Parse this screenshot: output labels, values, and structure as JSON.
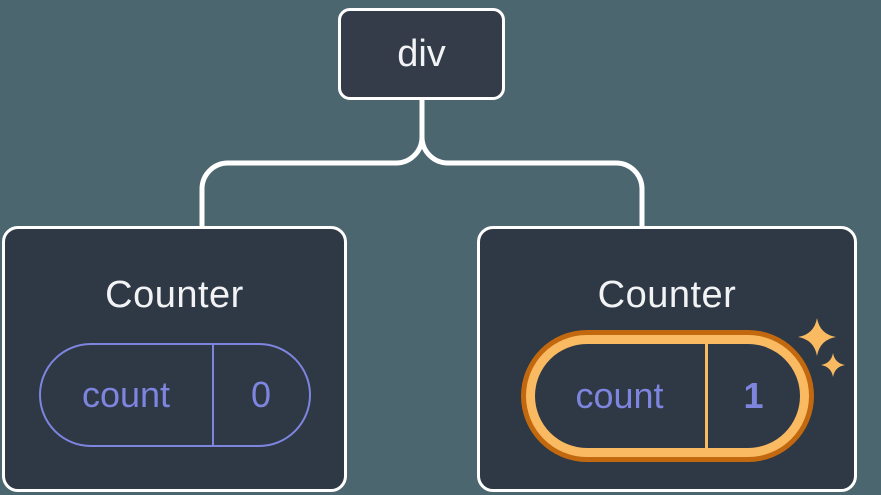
{
  "tree": {
    "root": {
      "label": "div"
    },
    "children": [
      {
        "label": "Counter",
        "state": {
          "key": "count",
          "value": "0"
        },
        "highlighted": false
      },
      {
        "label": "Counter",
        "state": {
          "key": "count",
          "value": "1"
        },
        "highlighted": true
      }
    ]
  },
  "icons": {
    "highlight_icon": "sparkles-icon"
  },
  "colors": {
    "bg": "#4B666E",
    "node-fill": "#343C4A",
    "card-fill": "#2F3845",
    "line-white": "#FFFFFF",
    "text-white": "#F2F3F5",
    "purple": "#7E85DF",
    "orange-dark": "#C2690F",
    "orange-light": "#F9BA62"
  }
}
